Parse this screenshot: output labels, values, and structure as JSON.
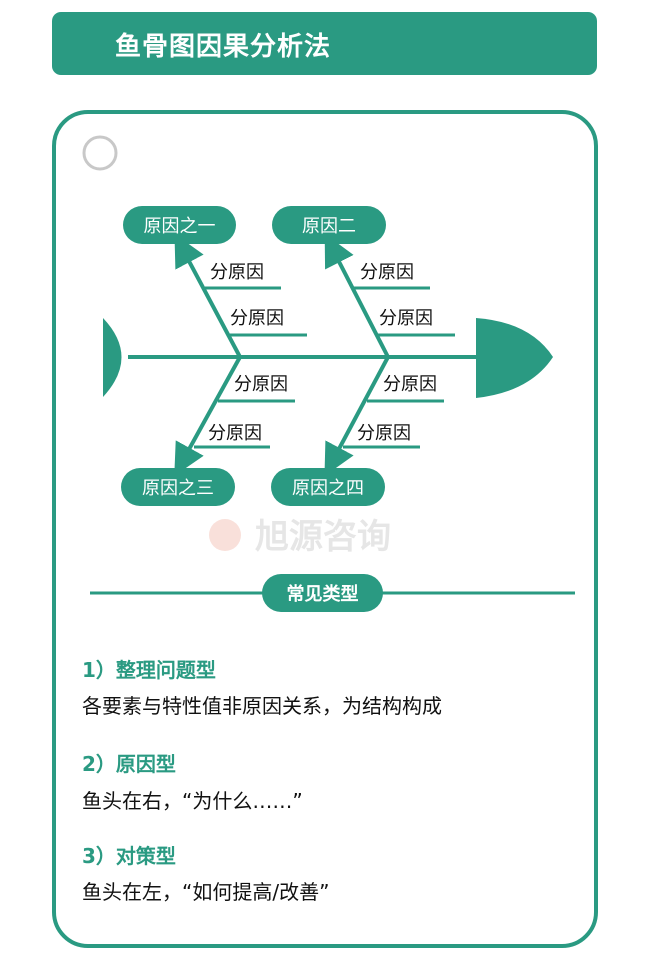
{
  "header": {
    "title": "鱼骨图因果分析法"
  },
  "diagram": {
    "main_causes": [
      "原因之一",
      "原因二",
      "原因之三",
      "原因之四"
    ],
    "sub_cause_label": "分原因",
    "watermark": "旭源咨询"
  },
  "divider": {
    "label": "常见类型"
  },
  "types": [
    {
      "title": "1）整理问题型",
      "desc": "各要素与特性值非原因关系，为结构构成"
    },
    {
      "title": "2）原因型",
      "desc": "鱼头在右，“为什么……”"
    },
    {
      "title": "3）对策型",
      "desc": "鱼头在左，“如何提高/改善”"
    }
  ],
  "colors": {
    "accent": "#2a9a82"
  }
}
